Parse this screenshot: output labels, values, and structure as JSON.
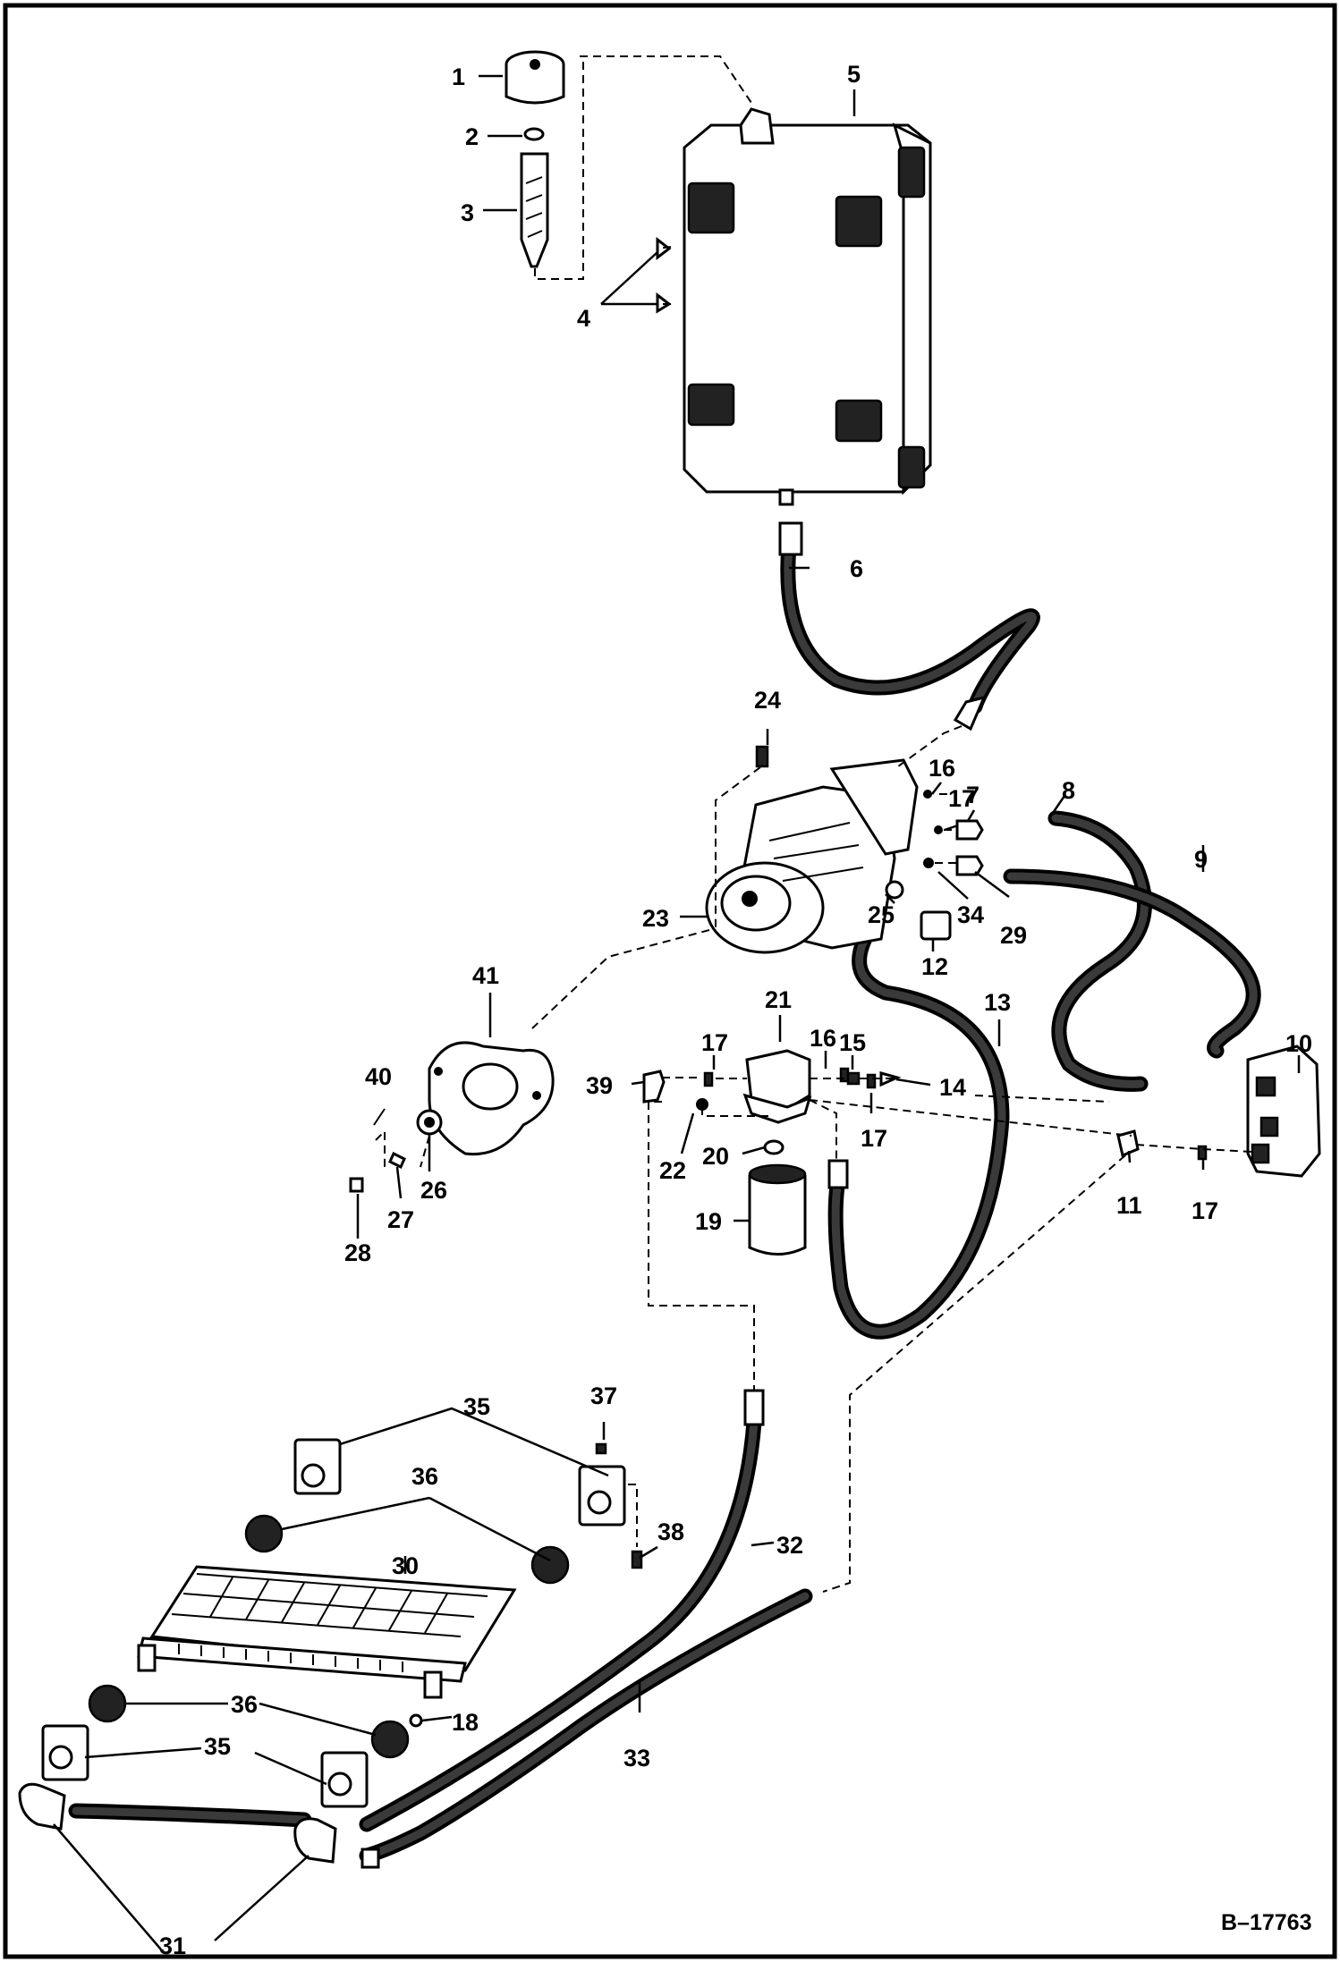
{
  "figure_id": "B–17763",
  "callouts": [
    {
      "n": "1"
    },
    {
      "n": "2"
    },
    {
      "n": "3"
    },
    {
      "n": "4"
    },
    {
      "n": "5"
    },
    {
      "n": "6"
    },
    {
      "n": "24"
    },
    {
      "n": "16"
    },
    {
      "n": "17"
    },
    {
      "n": "7"
    },
    {
      "n": "8"
    },
    {
      "n": "9"
    },
    {
      "n": "23"
    },
    {
      "n": "25"
    },
    {
      "n": "34"
    },
    {
      "n": "29"
    },
    {
      "n": "12"
    },
    {
      "n": "13"
    },
    {
      "n": "41"
    },
    {
      "n": "21"
    },
    {
      "n": "17"
    },
    {
      "n": "16"
    },
    {
      "n": "15"
    },
    {
      "n": "10"
    },
    {
      "n": "40"
    },
    {
      "n": "39"
    },
    {
      "n": "14"
    },
    {
      "n": "22"
    },
    {
      "n": "20"
    },
    {
      "n": "17"
    },
    {
      "n": "26"
    },
    {
      "n": "27"
    },
    {
      "n": "28"
    },
    {
      "n": "19"
    },
    {
      "n": "11"
    },
    {
      "n": "17"
    },
    {
      "n": "37"
    },
    {
      "n": "35"
    },
    {
      "n": "36"
    },
    {
      "n": "38"
    },
    {
      "n": "30"
    },
    {
      "n": "32"
    },
    {
      "n": "36"
    },
    {
      "n": "18"
    },
    {
      "n": "35"
    },
    {
      "n": "33"
    },
    {
      "n": "31"
    }
  ]
}
